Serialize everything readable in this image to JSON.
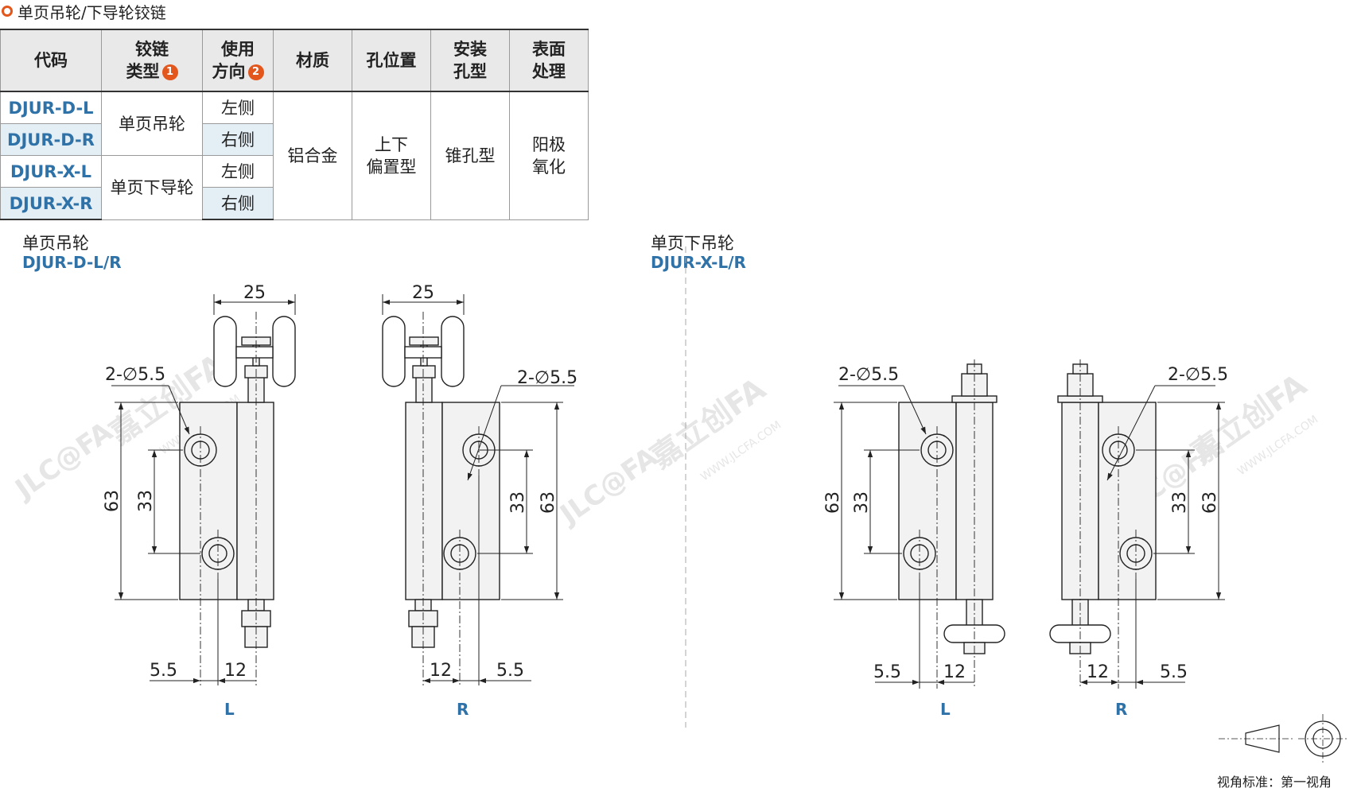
{
  "page_title": "单页吊轮/下导轮铰链",
  "table": {
    "headers": {
      "code": "代码",
      "hinge_type": "铰链\n类型",
      "hinge_type_note": "1",
      "direction": "使用\n方向",
      "direction_note": "2",
      "material": "材质",
      "hole_position": "孔位置",
      "mount_hole": "安装\n孔型",
      "finish": "表面\n处理"
    },
    "codes": [
      "DJUR-D-L",
      "DJUR-D-R",
      "DJUR-X-L",
      "DJUR-X-R"
    ],
    "hinge_types": [
      "单页吊轮",
      "单页下导轮"
    ],
    "directions": [
      "左侧",
      "右侧",
      "左侧",
      "右侧"
    ],
    "material": "铝合金",
    "hole_position": "上下\n偏置型",
    "mount_hole": "锥孔型",
    "finish": "阳极\n氧化"
  },
  "section_left": {
    "title": "单页吊轮",
    "code": "DJUR-D-L/R"
  },
  "section_right": {
    "title": "单页下吊轮",
    "code": "DJUR-X-L/R"
  },
  "dims": {
    "width_top": "25",
    "hole_callout": "2-∅5.5",
    "total_height": "63",
    "hole_spacing": "33",
    "hole_offset": "5.5",
    "pin_offset": "12"
  },
  "view_labels": {
    "left": "L",
    "right": "R"
  },
  "projection_standard": "视角标准：第一视角",
  "watermark": {
    "brand": "JLC@FA",
    "chinese": "嘉立创FA",
    "url": "WWW.JLCFA.COM"
  },
  "colors": {
    "accent": "#e4571c",
    "code_blue": "#2f72a8",
    "header_bg": "#e9e9e9",
    "row_shade": "#e4eef5"
  }
}
